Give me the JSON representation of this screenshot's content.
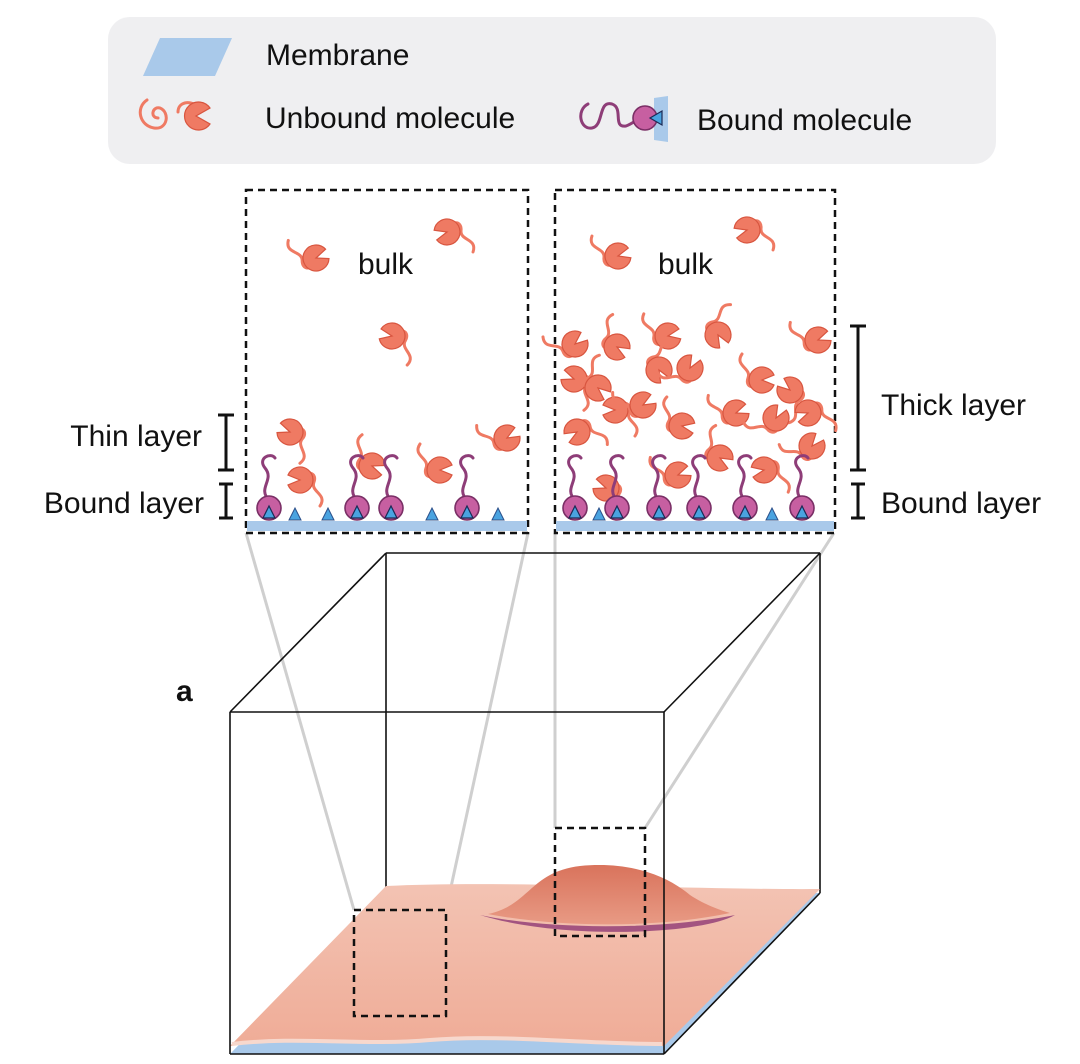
{
  "legend": {
    "membrane_label": "Membrane",
    "unbound_label": "Unbound molecule",
    "bound_label": "Bound molecule"
  },
  "left_panel": {
    "bulk_label": "bulk",
    "layer_label": "Thin layer",
    "bound_layer_label": "Bound layer"
  },
  "right_panel": {
    "bulk_label": "bulk",
    "layer_label": "Thick layer",
    "bound_layer_label": "Bound layer"
  },
  "panel_letter": "a",
  "colors": {
    "membrane": "#a9c9ea",
    "unbound": "#ef7a63",
    "bound_stem": "#8e3d78",
    "bound_head": "#c75fa1",
    "ligand": "#4aa3e0",
    "legend_bg": "#efeff1",
    "surface": "#f0b6a4",
    "bump": "#e2846d",
    "bump_ring": "#a35480"
  }
}
